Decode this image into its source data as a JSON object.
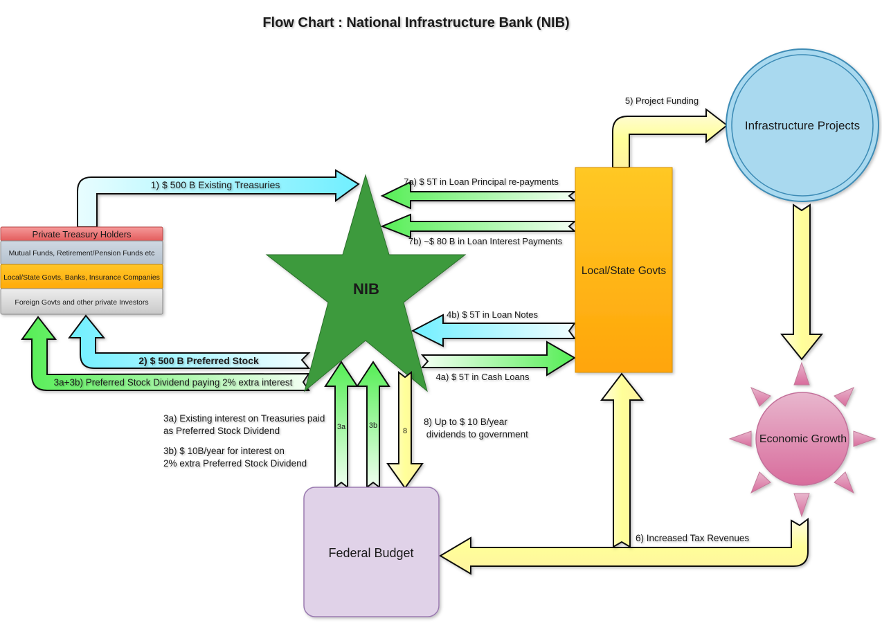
{
  "title": "Flow Chart : National Infrastructure Bank (NIB)",
  "nodes": {
    "private_holders": {
      "header": "Private Treasury Holders",
      "rows": [
        "Mutual Funds, Retirement/Pension Funds etc",
        "Local/State Govts, Banks, Insurance Companies",
        "Foreign Govts and other private Investors"
      ]
    },
    "nib": "NIB",
    "local_state": "Local/State Govts",
    "infrastructure": "Infrastructure Projects",
    "economic_growth": "Economic Growth",
    "federal_budget": "Federal Budget"
  },
  "flows": {
    "f1": "1)  $ 500 B Existing Treasuries",
    "f2": "2) $ 500 B Preferred Stock",
    "f3": "3a+3b) Preferred Stock Dividend paying 2% extra interest",
    "f3a_tag": "3a",
    "f3b_tag": "3b",
    "f8_tag": "8",
    "f4a": "4a) $ 5T in Cash Loans",
    "f4b": "4b) $ 5T in Loan Notes",
    "f5": "5) Project Funding",
    "f6": "6) Increased Tax Revenues",
    "f7a": "7a) $ 5T in Loan Principal re-payments",
    "f7b": "7b) ~$ 80 B in Loan Interest Payments",
    "f8_line1": "8) Up to $ 10 B/year",
    "f8_line2": " dividends to government"
  },
  "notes": {
    "n3a_line1": "3a) Existing interest on Treasuries paid",
    "n3a_line2": "as Preferred Stock Dividend",
    "n3b_line1": "3b) $ 10B/year for interest on",
    "n3b_line2": "2% extra Preferred Stock Dividend"
  },
  "colors": {
    "cyan": "#7ff0ff",
    "green": "#5cf05c",
    "yellow": "#ffff99",
    "star": "#3a9a3a",
    "orange": "#ffb000",
    "sky": "#a8d8ef",
    "pink": "#d77aa5",
    "lavender": "#e0d2e8"
  }
}
